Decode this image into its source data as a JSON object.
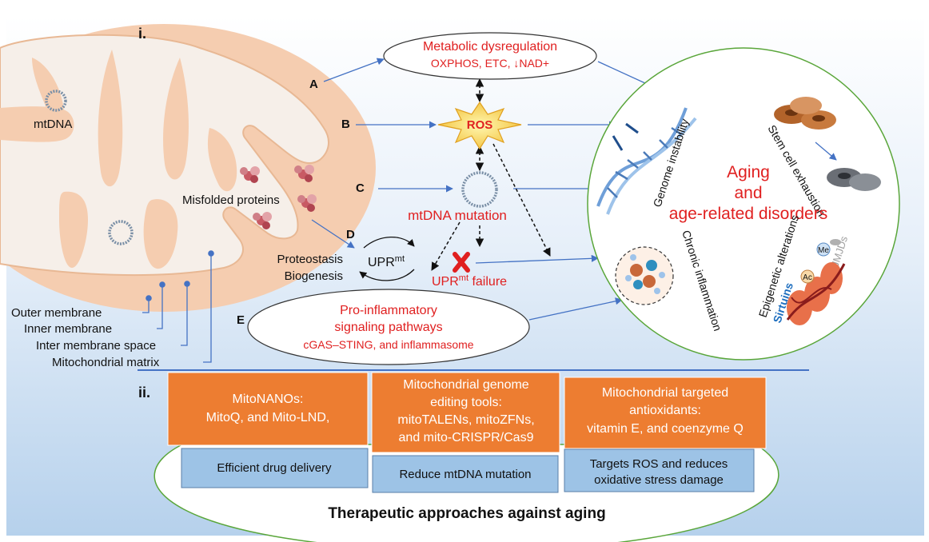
{
  "panels": {
    "top_label": "i.",
    "bottom_label": "ii."
  },
  "mitochondrion": {
    "mtdna_label": "mtDNA",
    "misfolded_label": "Misfolded proteins",
    "legend": [
      "Outer membrane",
      "Inner membrane",
      "Inter membrane space",
      "Mitochondrial matrix"
    ]
  },
  "pathways": {
    "letters": [
      "A",
      "B",
      "C",
      "D",
      "E"
    ],
    "metabolic_title": "Metabolic dysregulation",
    "metabolic_sub": "OXPHOS, ETC, ↓NAD+",
    "ros": "ROS",
    "mtdna_mutation": "mtDNA mutation",
    "upr": "UPR",
    "upr_sup": "mt",
    "upr_failure_suffix": " failure",
    "proteostasis": "Proteostasis",
    "biogenesis": "Biogenesis",
    "inflam_line1": "Pro-inflammatory",
    "inflam_line2": "signaling pathways",
    "inflam_line3": "cGAS–STING, and inflammasome"
  },
  "aging": {
    "title1": "Aging",
    "title2": "and",
    "title3": "age-related disorders",
    "genome": "Genome instability",
    "stem": "Stem cell exhaustion",
    "chronic": "Chronic inflammation",
    "epigenetic": "Epigenetic alterations",
    "sirtuins": "Sirtuins",
    "jmjds": "JMJDs",
    "me": "Me",
    "ac": "Ac"
  },
  "therapies": [
    {
      "lines": [
        "MitoNANOs:",
        "MitoQ, and Mito-LND,"
      ],
      "benefit": [
        "Efficient drug delivery"
      ]
    },
    {
      "lines": [
        "Mitochondrial genome",
        "editing tools:",
        "mitoTALENs, mitoZFNs,",
        "and mito-CRISPR/Cas9"
      ],
      "benefit": [
        "Reduce mtDNA mutation"
      ]
    },
    {
      "lines": [
        "Mitochondrial targeted",
        "antioxidants:",
        "vitamin E, and coenzyme Q"
      ],
      "benefit": [
        "Targets ROS and reduces",
        "oxidative stress damage"
      ]
    }
  ],
  "therapy_footer": "Therapeutic approaches against aging",
  "colors": {
    "red": "#e02020",
    "orange": "#ed7d31",
    "blue_box": "#9dc3e6",
    "arrow": "#4472c4",
    "mito": "#f5cdb0"
  }
}
